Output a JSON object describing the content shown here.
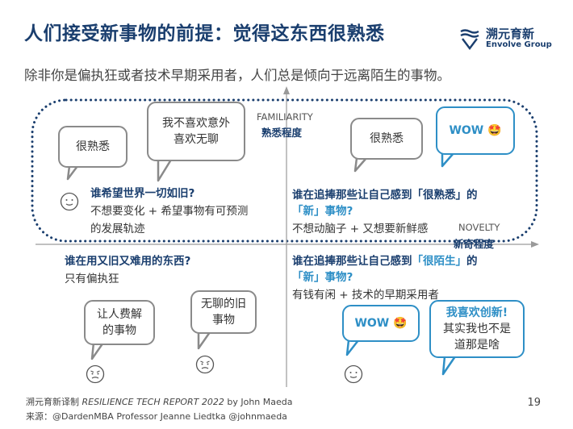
{
  "header": {
    "title": "人们接受新事物的前提：觉得这东西很熟悉",
    "subtitle": "除非你是偏执狂或者技术早期采用者，人们总是倾向于远离陌生的事物。"
  },
  "logo": {
    "name_cn": "溯元育新",
    "name_en": "Envolve Group"
  },
  "axes": {
    "y_label_en": "FAMILIARITY",
    "y_label_cn": "熟悉程度",
    "x_label_en": "NOVELTY",
    "x_label_cn": "新奇程度"
  },
  "quadrants": {
    "top_left": {
      "bubble_1": "很熟悉",
      "bubble_2_line1": "我不喜欢意外",
      "bubble_2_line2": "喜欢无聊",
      "question": "谁希望世界一切如旧?",
      "desc_line1": "不想要变化 + 希望事物有可预测",
      "desc_line2": "的发展轨迹"
    },
    "top_right": {
      "bubble_1": "很熟悉",
      "bubble_2": "WOW 🤩",
      "question_line1": "谁在追捧那些让自己感到「很熟悉」的",
      "question_line2_hl": "「新」事物?",
      "desc": "不想动脑子 + 又想要新鲜感"
    },
    "bottom_left": {
      "question": "谁在用又旧又难用的东西?",
      "desc": "只有偏执狂",
      "bubble_1_line1": "让人费解",
      "bubble_1_line2": "的事物",
      "bubble_2_line1": "无聊的旧",
      "bubble_2_line2": "事物"
    },
    "bottom_right": {
      "question_line1_pre": "谁在追捧那些让自己感到",
      "question_line1_hl": "「很陌生」",
      "question_line1_post": "的",
      "question_line2_hl": "「新」事物?",
      "desc": "有钱有闲 + 技术的早期采用者",
      "bubble_1": "WOW 🤩",
      "bubble_2_line1": "我喜欢创新!",
      "bubble_2_line2": "其实我也不是",
      "bubble_2_line3": "道那是啥"
    }
  },
  "footer": {
    "credit_pre": "溯元育新译制 ",
    "credit_report": "RESILIENCE TECH REPORT 2022",
    "credit_post": " by John Maeda",
    "source": "来源：@DardenMBA Professor Jeanne Liedtka @johnmaeda",
    "page": "19"
  },
  "colors": {
    "navy": "#1a3e6e",
    "accent_blue": "#2e8fc6",
    "gray_border": "#8a8a8a",
    "dotted": "#1a3e6e"
  }
}
